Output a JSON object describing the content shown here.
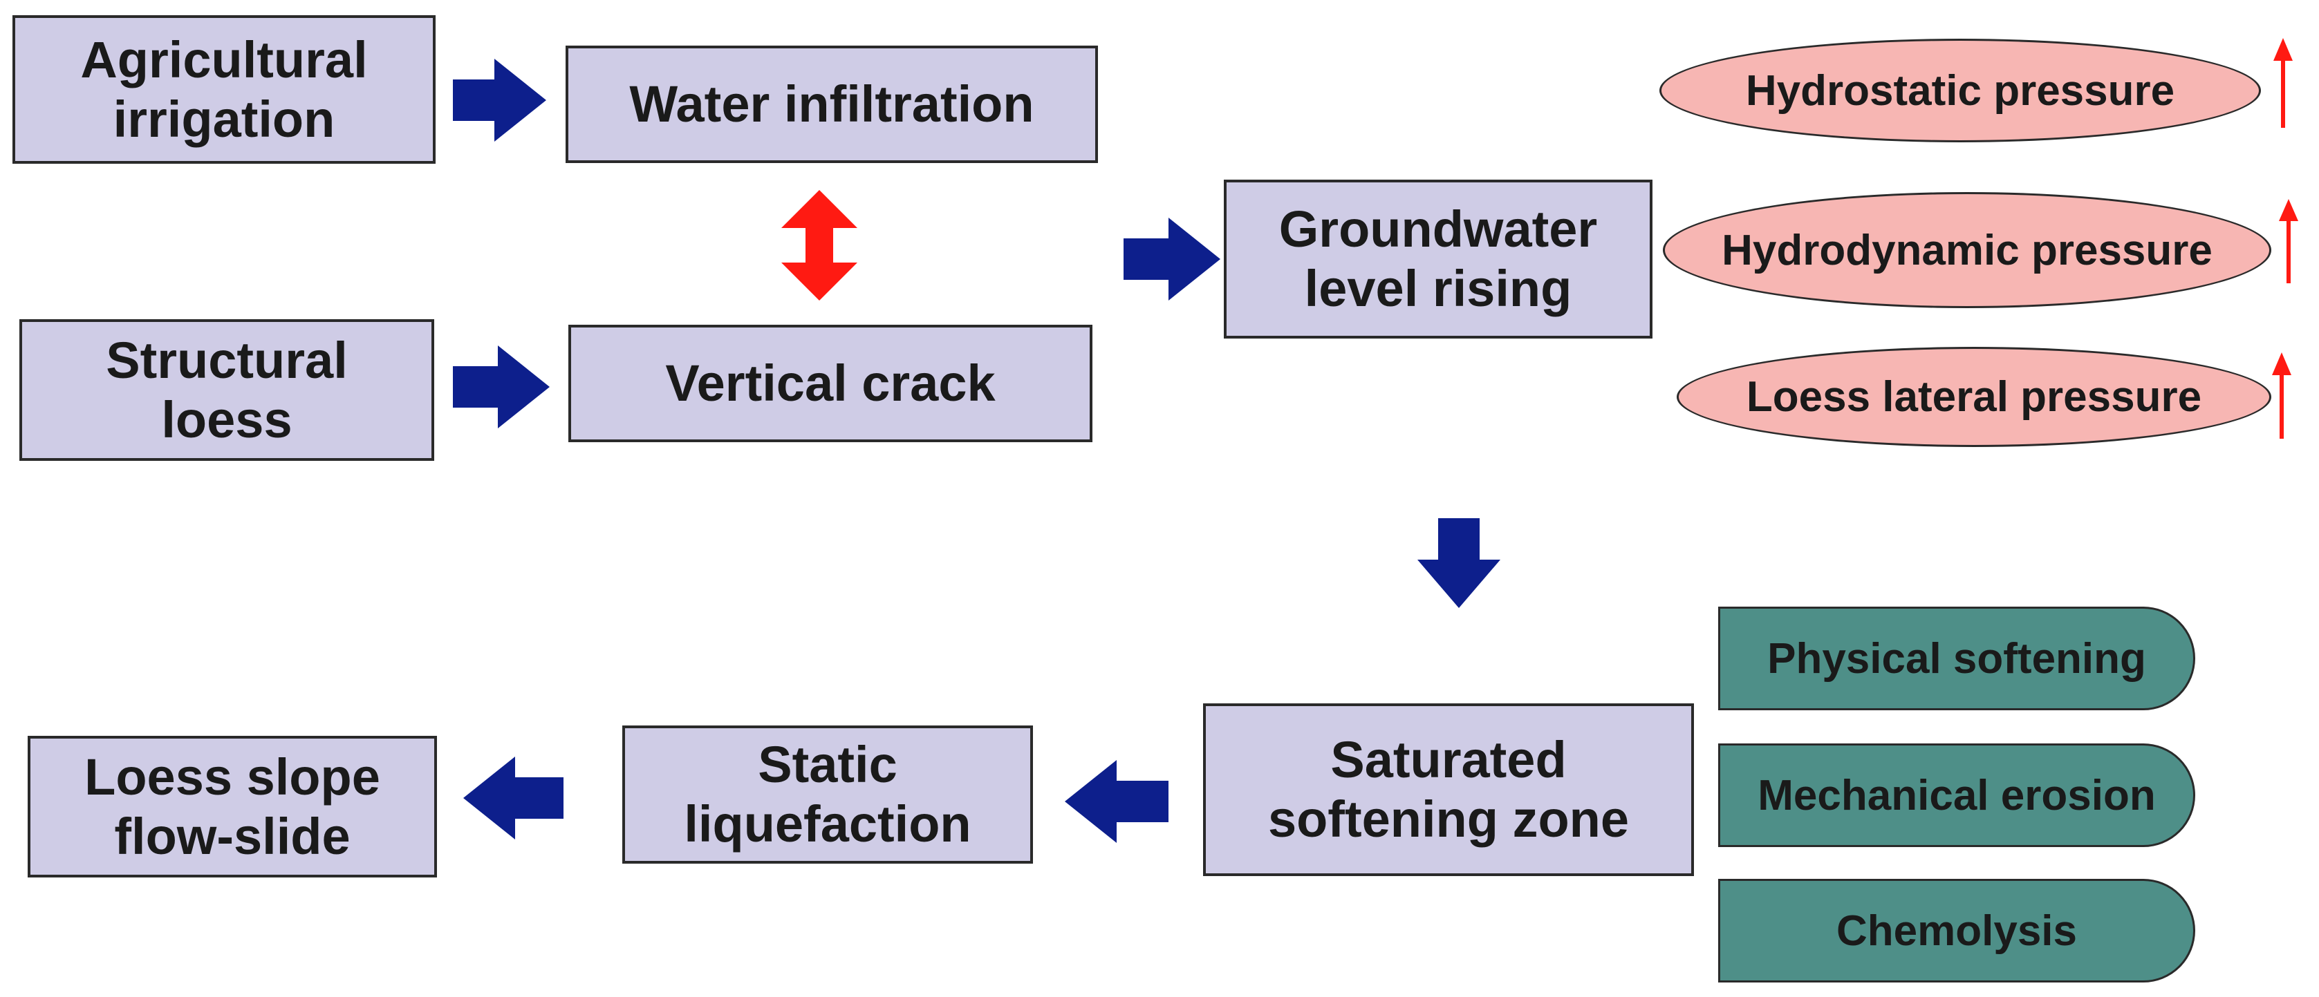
{
  "colors": {
    "box_fill": "#cfcce6",
    "flow_arrow": "#0d1f8c",
    "double_arrow": "#ff1a12",
    "pressure_fill": "#f7b6b3",
    "pressure_arrow": "#ff1a12",
    "softening_fill": "#4e8f88"
  },
  "nodes": {
    "agricultural_irrigation": "Agricultural\nirrigation",
    "water_infiltration": "Water infiltration",
    "structural_loess": "Structural\nloess",
    "vertical_crack": "Vertical crack",
    "groundwater_level_rising": "Groundwater\nlevel rising",
    "saturated_softening_zone": "Saturated\nsoftening zone",
    "static_liquefaction": "Static\nliquefaction",
    "loess_slope_flow_slide": "Loess slope\nflow-slide"
  },
  "pressures": [
    {
      "label": "Hydrostatic pressure",
      "trend": "up-arrow-icon"
    },
    {
      "label": "Hydrodynamic pressure",
      "trend": "up-arrow-icon"
    },
    {
      "label": "Loess lateral pressure",
      "trend": "up-arrow-icon"
    }
  ],
  "softening": [
    "Physical softening",
    "Mechanical erosion",
    "Chemolysis"
  ]
}
